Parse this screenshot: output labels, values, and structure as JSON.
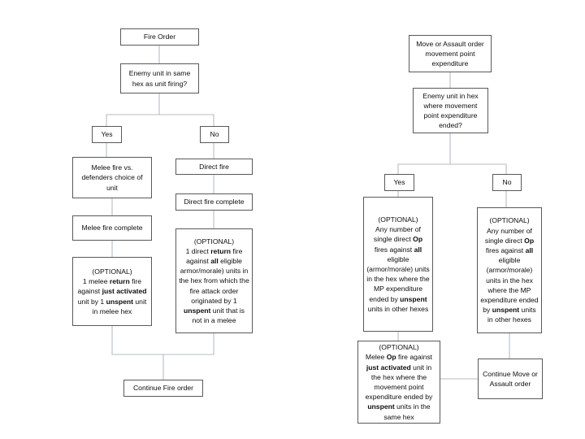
{
  "diagram": {
    "title": "Fire Order and Move or Assault Order Flowchart",
    "type": "flowchart",
    "background_color": "#ffffff",
    "box_border_color": "#595959",
    "connector_color": "#b4bcc6",
    "text_color": "#0d0d0d"
  },
  "left_flow": {
    "name": "Fire Order",
    "nodes": {
      "start": "Fire Order",
      "decision": "Enemy unit in same hex as unit  firing?",
      "branch_yes": "Yes",
      "branch_no": "No",
      "melee_fire": "Melee fire vs. defenders choice of unit",
      "melee_complete": "Melee fire complete",
      "melee_optional_label": "(OPTIONAL)",
      "melee_optional_line1_a": "1 melee ",
      "melee_optional_line1_b": "return",
      "melee_optional_line1_c": " fire against  ",
      "melee_optional_line2_b": "just activated",
      "melee_optional_line2_c": " unit by 1 ",
      "melee_optional_line3_b": "unspent",
      "melee_optional_line3_c": " unit in melee hex",
      "direct_fire": "Direct fire",
      "direct_fire_complete": "Direct fire complete",
      "direct_optional_label": "(OPTIONAL)",
      "direct_optional_a": "1 direct  ",
      "direct_optional_b": "return",
      "direct_optional_c": " fire against  ",
      "direct_optional_d": "all",
      "direct_optional_e": " eligible armor/morale) units in the hex from which the fire attack order originated by 1 ",
      "direct_optional_f": "unspent",
      "direct_optional_g": " unit that is not in  a melee",
      "end": "Continue Fire order"
    }
  },
  "right_flow": {
    "name": "Move or Assault Order",
    "nodes": {
      "start": "Move or Assault  order movement point expenditure",
      "decision": "Enemy unit  in hex where movement point expenditure ended?",
      "branch_yes": "Yes",
      "branch_no": "No",
      "yes_optional_label": "(OPTIONAL)",
      "yes_optional_a": "Any number of single direct ",
      "yes_optional_b": "Op",
      "yes_optional_c": " fires against  ",
      "yes_optional_d": "all",
      "yes_optional_e": " eligible (armor/morale) units in the hex where the MP expenditure ended by ",
      "yes_optional_f": "unspent",
      "yes_optional_g": " units in other hexes",
      "no_optional_label": "(OPTIONAL)",
      "no_optional_a": "Any number of single direct ",
      "no_optional_b": "Op",
      "no_optional_c": " fires against ",
      "no_optional_d": "all",
      "no_optional_e": " eligible (armor/morale) units in the hex where the MP expenditure ended by ",
      "no_optional_f": "unspent",
      "no_optional_g": " units in other hexes",
      "melee_optional_label": "(OPTIONAL)",
      "melee_optional_a": "Melee ",
      "melee_optional_b": "Op",
      "melee_optional_c": " fire against ",
      "melee_optional_d": "just activated",
      "melee_optional_e": " unit  in the hex where the movement point expenditure ended by ",
      "melee_optional_f": "unspent",
      "melee_optional_g": " units in the same hex",
      "end": "Continue Move or Assault order"
    }
  }
}
